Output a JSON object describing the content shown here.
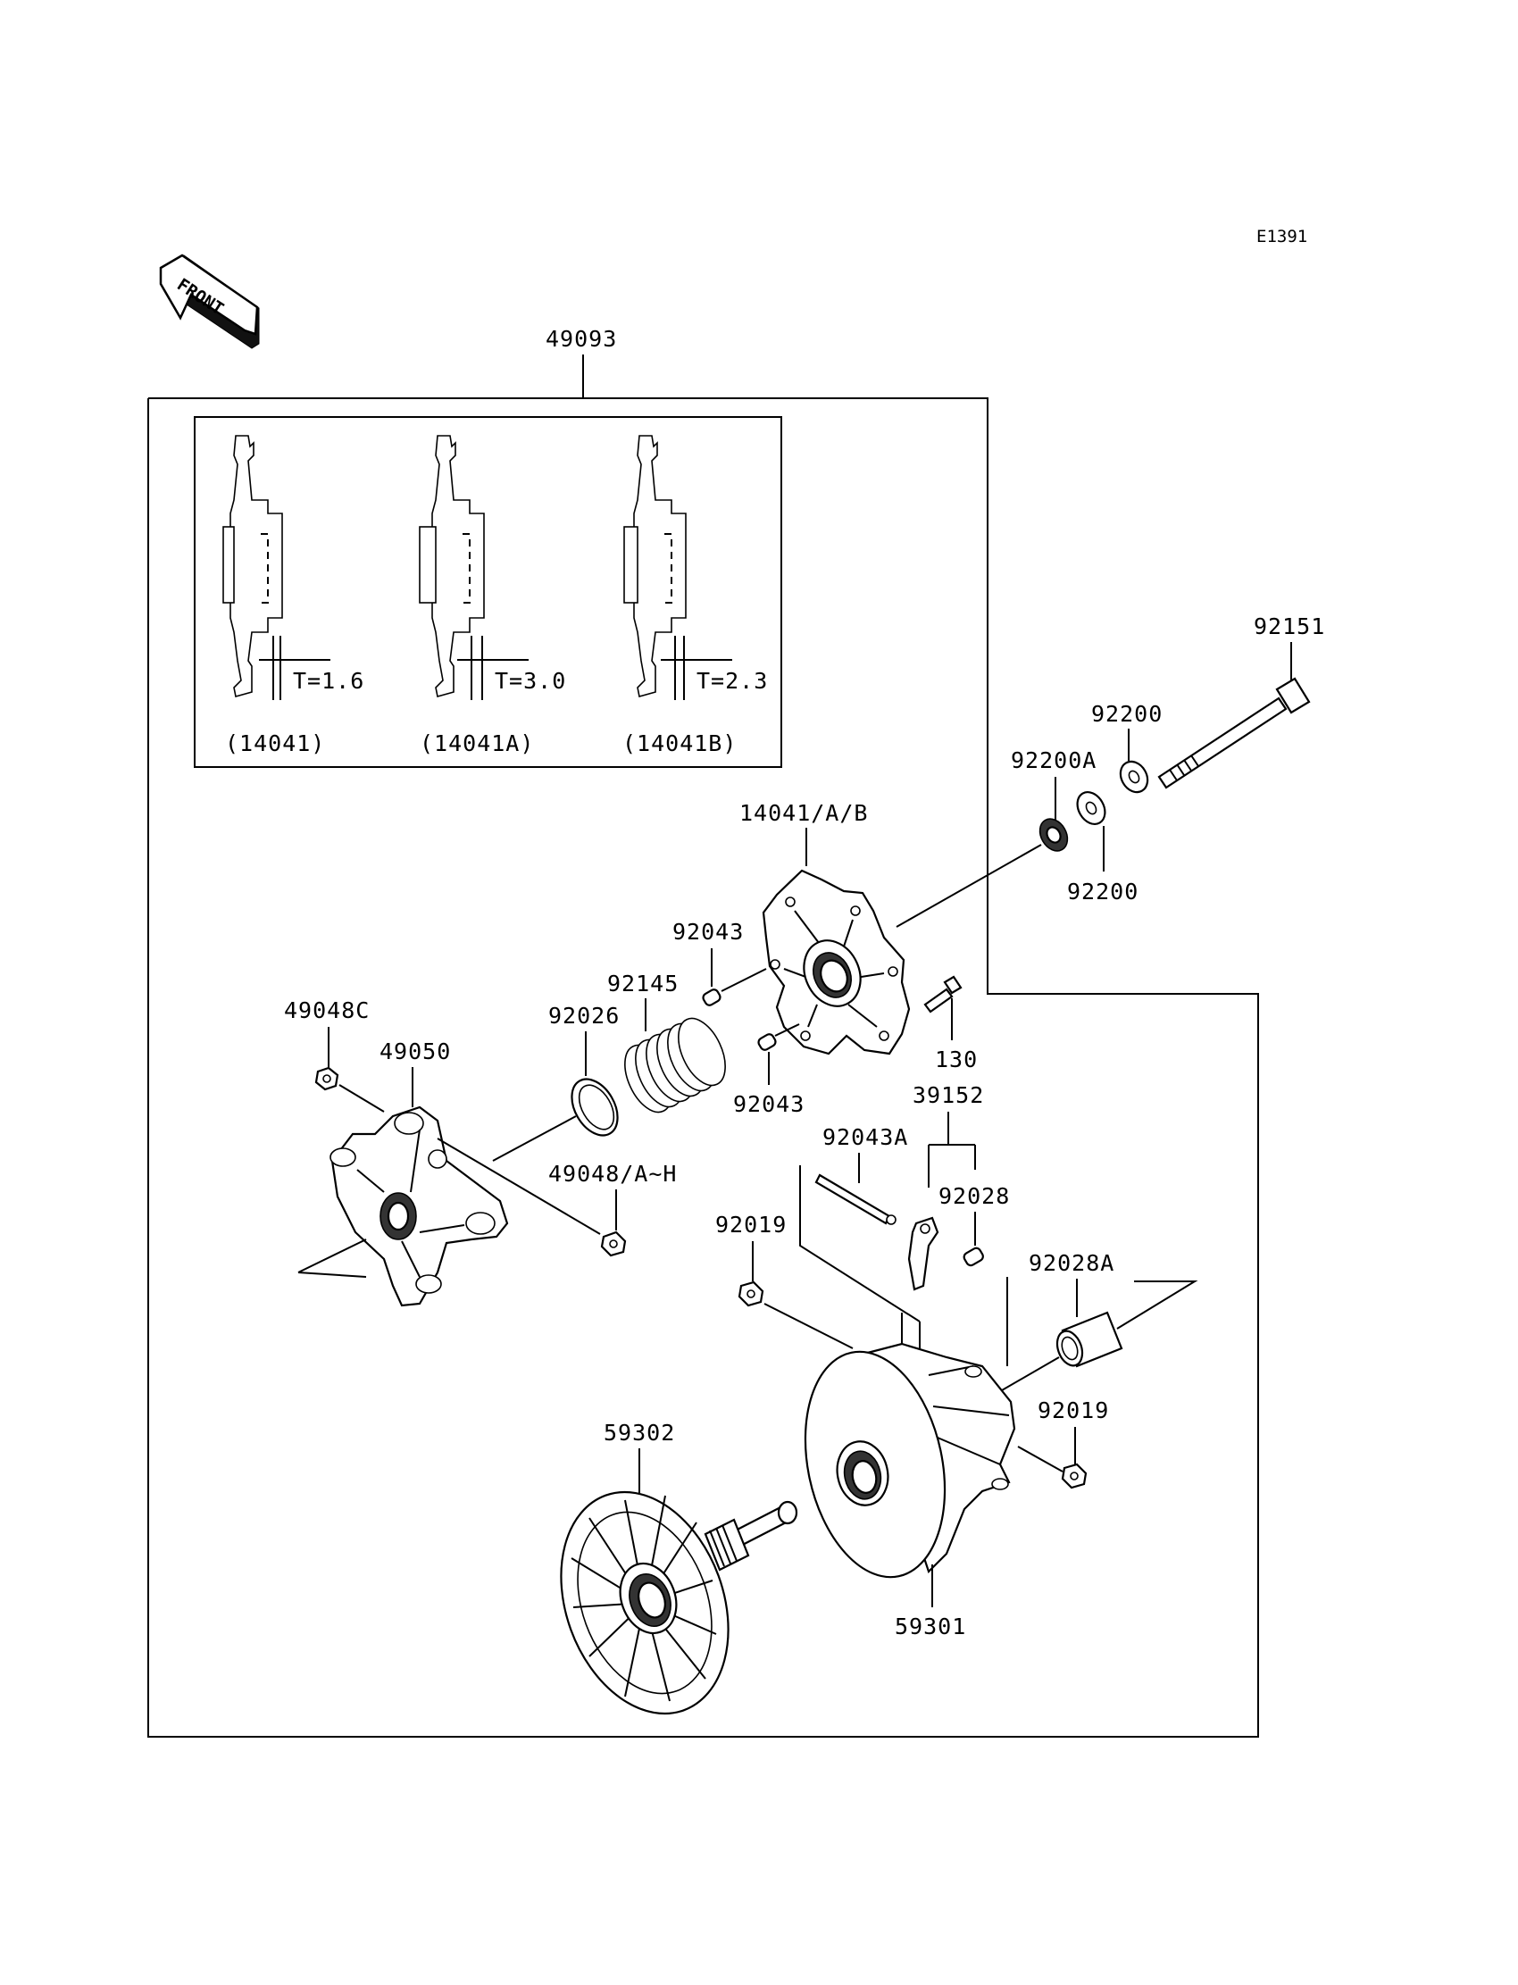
{
  "diagram_code": "E1391",
  "front_arrow": {
    "label": "FRONT",
    "icon": "front-arrow-icon"
  },
  "assembly": {
    "part_number": "49093"
  },
  "inset": {
    "items": [
      {
        "thickness": "T=1.6",
        "part": "(14041)"
      },
      {
        "thickness": "T=3.0",
        "part": "(14041A)"
      },
      {
        "thickness": "T=2.3",
        "part": "(14041B)"
      }
    ]
  },
  "callouts": {
    "p92151": "92151",
    "p92200_top": "92200",
    "p92200a": "92200A",
    "p92200_bottom": "92200",
    "p14041": "14041/A/B",
    "p92043_top": "92043",
    "p92145": "92145",
    "p92026": "92026",
    "p49048c": "49048C",
    "p49050": "49050",
    "p130": "130",
    "p92043_bottom": "92043",
    "p39152": "39152",
    "p92043a": "92043A",
    "p49048": "49048/A~H",
    "p92028": "92028",
    "p92019_left": "92019",
    "p92028a": "92028A",
    "p92019_right": "92019",
    "p59302": "59302",
    "p59301": "59301"
  }
}
